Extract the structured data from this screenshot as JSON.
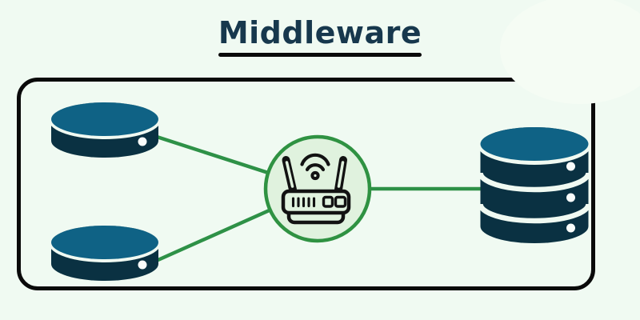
{
  "title": {
    "text": "Middleware"
  },
  "diagram": {
    "hub": {
      "icon": "wifi-router-icon"
    },
    "sources": [
      {
        "icon": "database-disk-icon",
        "position": "top-left"
      },
      {
        "icon": "database-disk-icon",
        "position": "bottom-left"
      }
    ],
    "target": {
      "icon": "database-stack-icon",
      "position": "right"
    },
    "connections": [
      {
        "from": "database-top-left",
        "to": "router-hub"
      },
      {
        "from": "database-bottom-left",
        "to": "router-hub"
      },
      {
        "from": "router-hub",
        "to": "database-stack-right"
      }
    ]
  },
  "palette": {
    "page_background": "#F0FAF2",
    "title_text": "#17384D",
    "title_underline": "#0A0A0A",
    "frame_border": "#0A0A0A",
    "connector_green": "#2E9147",
    "hub_ring_green": "#2F9242",
    "hub_fill": "#E0F2DE",
    "cylinder_top_teal": "#0F6285",
    "cylinder_body_navy": "#0A3142",
    "router_icon_ink": "#121212",
    "highlight_dot": "#FAFDFB"
  }
}
